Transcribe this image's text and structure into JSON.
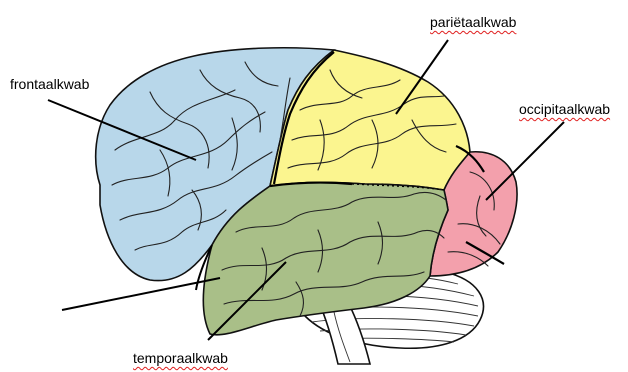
{
  "labels": {
    "frontal": "frontaalkwab",
    "parietal": "pariëtaalkwab",
    "occipital": "occipitaalkwab",
    "temporal": "temporaalkwab"
  },
  "colors": {
    "frontal": "#b8d7ea",
    "parietal": "#fbf58f",
    "occipital": "#f3a0ac",
    "temporal": "#a9bf88",
    "cerebellum": "#ffffff",
    "outline": "#111111",
    "spellcheck": "#e02020"
  }
}
